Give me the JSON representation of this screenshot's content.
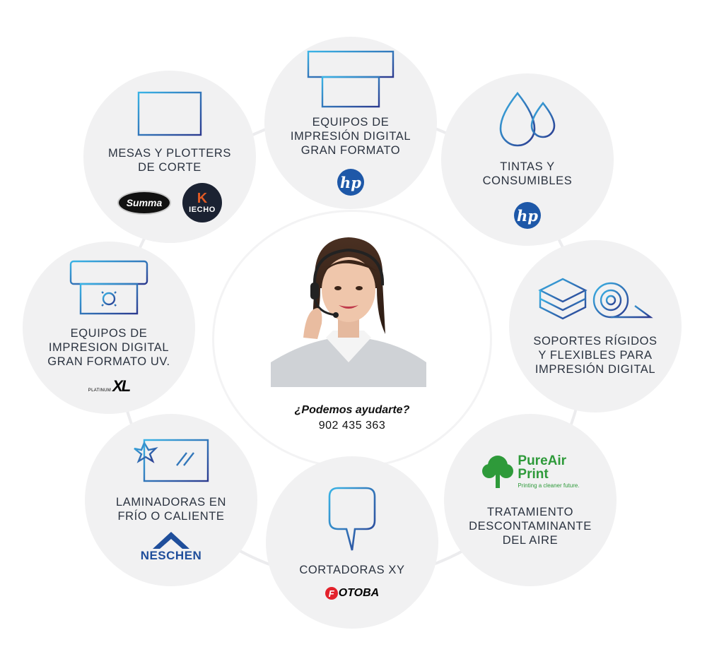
{
  "center": {
    "question": "¿Podemos ayudarte?",
    "phone": "902 435 363"
  },
  "bubbles": {
    "mesas": {
      "label": "MESAS Y PLOTTERS\nDE CORTE",
      "icon": "cutting-table-icon",
      "logos": [
        "Summa",
        "IECHO"
      ]
    },
    "equipos": {
      "label": "EQUIPOS DE\nIMPRESIÓN DIGITAL\nGRAN FORMATO",
      "icon": "printer-icon",
      "logos": [
        "hp"
      ]
    },
    "tintas": {
      "label": "TINTAS Y\nCONSUMIBLES",
      "icon": "ink-drops-icon",
      "logos": [
        "hp"
      ]
    },
    "soportes": {
      "label": "SOPORTES RÍGIDOS\nY FLEXIBLES PARA\nIMPRESIÓN DIGITAL",
      "icon": "media-rolls-icon"
    },
    "tratamiento": {
      "label": "TRATAMIENTO\nDESCONTAMINANTE\nDEL AIRE",
      "logo_brand": "PureAir\nPrint",
      "logo_tagline": "Printing a cleaner future."
    },
    "cortadoras": {
      "label": "CORTADORAS XY",
      "icon": "speech-bubble-icon",
      "logo": "OTOBA",
      "logo_initial": "F"
    },
    "laminadoras": {
      "label": "LAMINADORAS EN\nFRÍO O CALIENTE",
      "icon": "laminator-icon",
      "logo": "NESCHEN"
    },
    "uv": {
      "label": "EQUIPOS DE\nIMPRESION DIGITAL\nGRAN FORMATO UV.",
      "icon": "uv-printer-icon",
      "logo_small": "PLATINUM",
      "logo_big": "XL"
    }
  },
  "colors": {
    "icon_gradient_start": "#3ab4e6",
    "icon_gradient_end": "#2b3a8f",
    "bubble_bg": "#f1f1f2"
  }
}
